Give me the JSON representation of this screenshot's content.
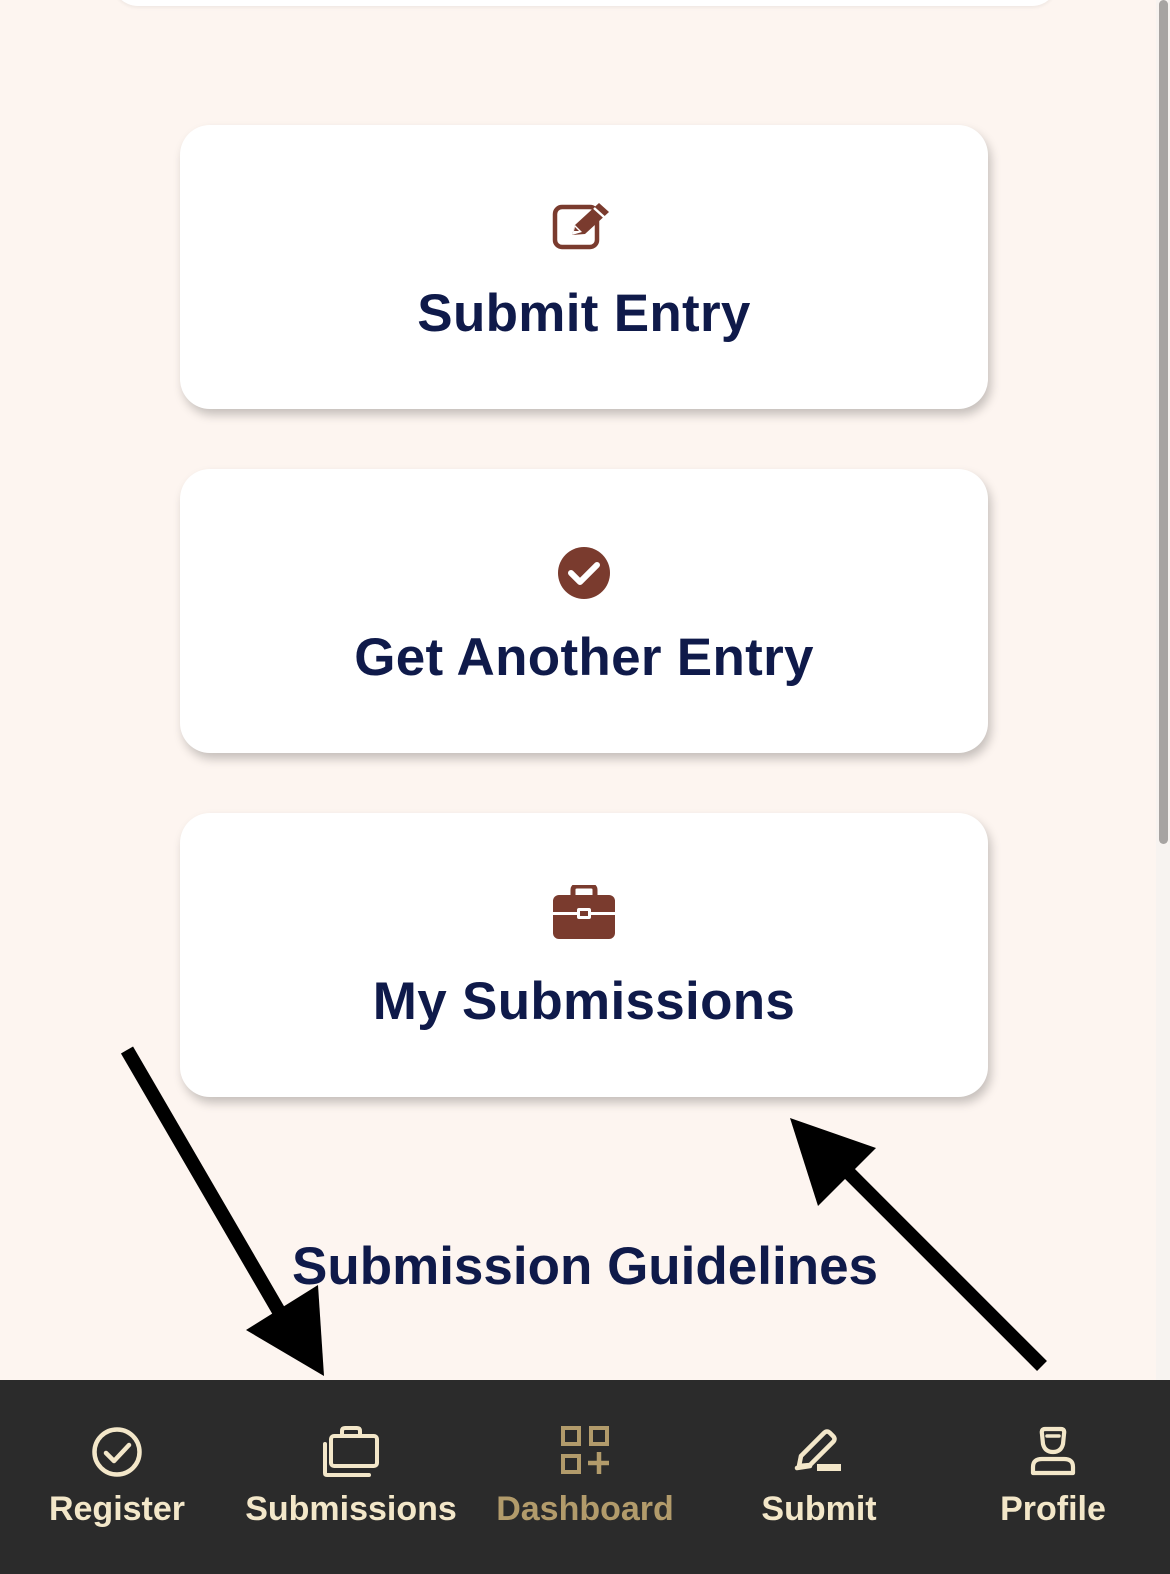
{
  "cards": [
    {
      "label": "Submit Entry",
      "icon": "edit-square-icon"
    },
    {
      "label": "Get Another Entry",
      "icon": "check-circle-icon"
    },
    {
      "label": "My Submissions",
      "icon": "briefcase-icon"
    }
  ],
  "guidelines_heading": "Submission Guidelines",
  "bottom_nav": {
    "items": [
      {
        "label": "Register",
        "icon": "check-circle-outline-icon"
      },
      {
        "label": "Submissions",
        "icon": "portfolio-icon"
      },
      {
        "label": "Dashboard",
        "icon": "dashboard-grid-icon",
        "active": true
      },
      {
        "label": "Submit",
        "icon": "pen-icon"
      },
      {
        "label": "Profile",
        "icon": "person-icon"
      }
    ]
  },
  "colors": {
    "background": "#fdf5f0",
    "card": "#ffffff",
    "heading_text": "#0f1a4a",
    "card_icon": "#7a3b2e",
    "nav_background": "#2b2b2b",
    "nav_text": "#f3e7c9",
    "nav_active": "#b29b6b"
  }
}
